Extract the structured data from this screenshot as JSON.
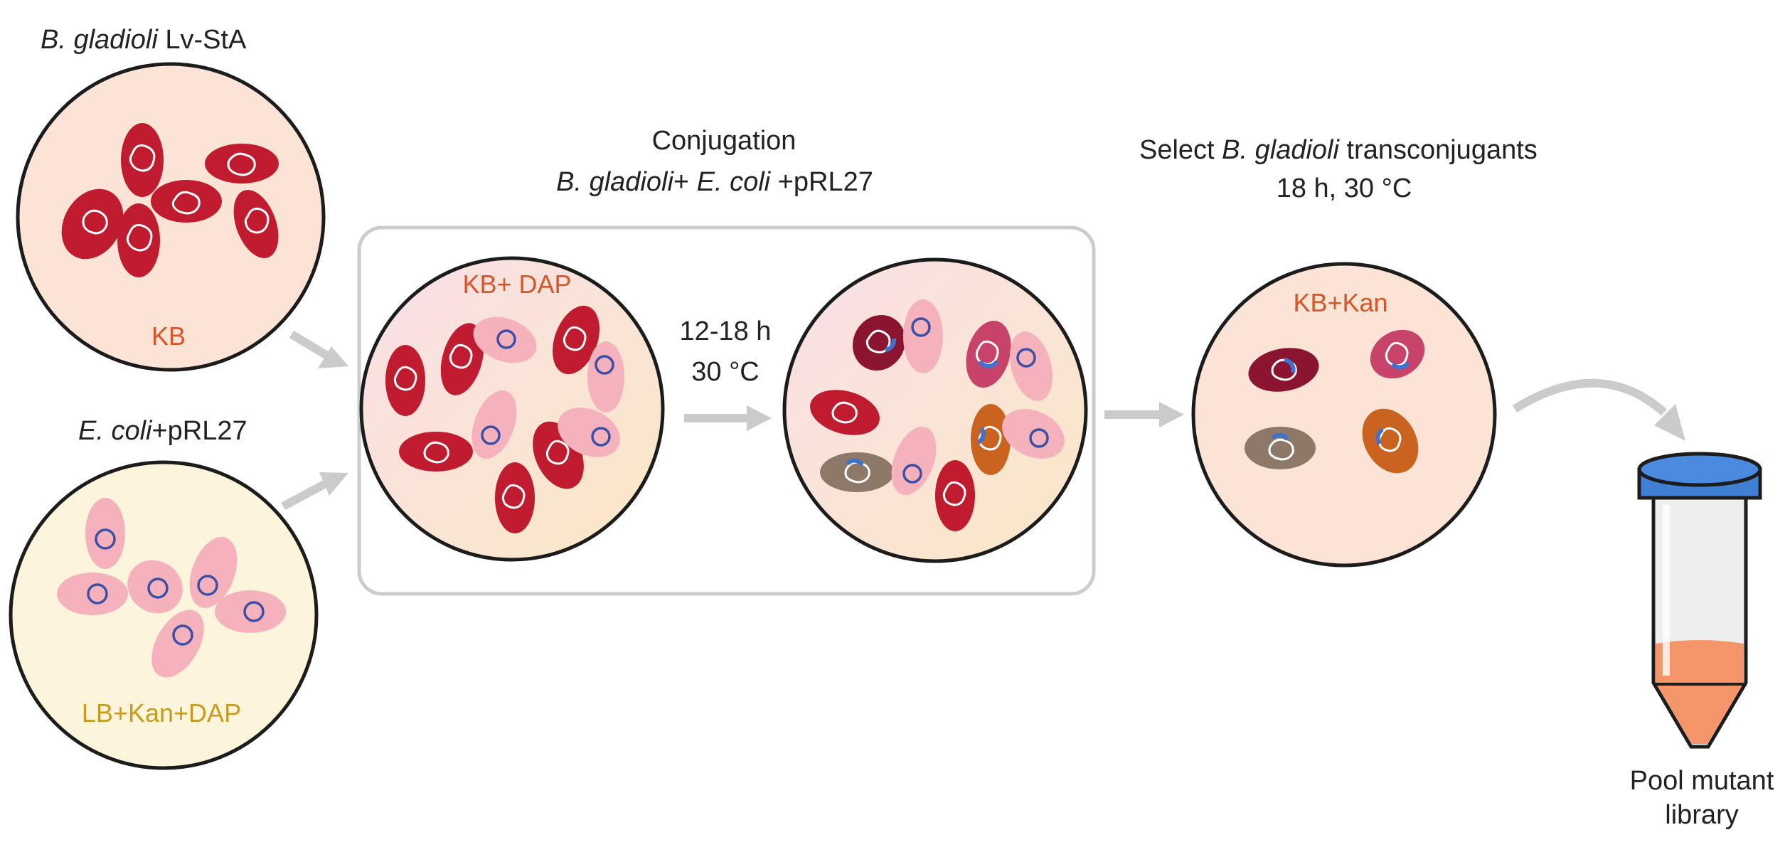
{
  "colors": {
    "bg": "#ffffff",
    "plate_outline": "#1c1c1c",
    "kb_plate": "#fbe3d6",
    "lb_plate": "#fdf4dc",
    "red_cell": "#c01b2f",
    "pink_cell": "#f5b2bd",
    "plasmid": "#3c4fa6",
    "arrow": "#cbcbcb",
    "orange_text": "#d6562a",
    "gold_text": "#c89a1e",
    "tube_cap": "#3f7fd4",
    "tube_liquid": "#f4956a"
  },
  "top_left": {
    "title_italic": "B. gladioli",
    "title_rest": " Lv-StA",
    "plate_label": "KB"
  },
  "bottom_left": {
    "title_italic": "E. coli",
    "title_rest": "+pRL27",
    "plate_label": "LB+Kan+DAP"
  },
  "conjugation": {
    "title": "Conjugation",
    "sub_part1": "B. gladioli",
    "sub_part2": "+ ",
    "sub_part3": "E. coli",
    "sub_part4": " +pRL27",
    "plate_label": "KB+ DAP",
    "incubation_time": "12-18 h",
    "incubation_temp": "30 °C"
  },
  "selection": {
    "title_part1": "Select ",
    "title_italic": "B. gladioli",
    "title_part2": " transconjugants",
    "conditions": "18 h, 30 °C",
    "plate_label": "KB+Kan"
  },
  "tube": {
    "label_line1": "Pool mutant",
    "label_line2": "library"
  }
}
